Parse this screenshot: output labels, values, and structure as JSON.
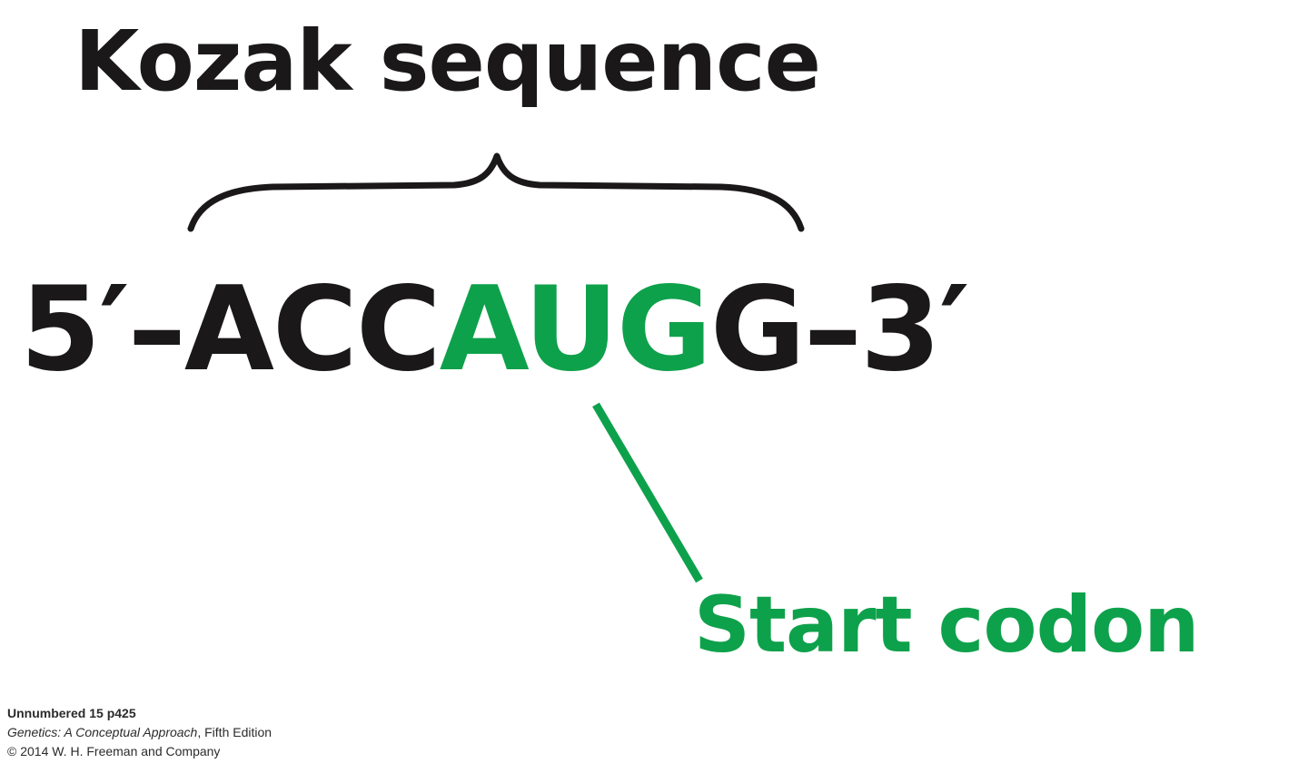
{
  "title": "Kozak sequence",
  "sequence": {
    "prefix": "5′–",
    "before": "ACC",
    "start_codon": "AUG",
    "after": "G",
    "suffix": "–3′"
  },
  "start_label": "Start codon",
  "caption": {
    "label": "Unnumbered 15 p425",
    "book_title": "Genetics: A Conceptual Approach",
    "edition": ", Fifth Edition",
    "copyright": "© 2014 W. H. Freeman and Company"
  },
  "colors": {
    "text": "#1a1818",
    "accent": "#0ea14b"
  }
}
